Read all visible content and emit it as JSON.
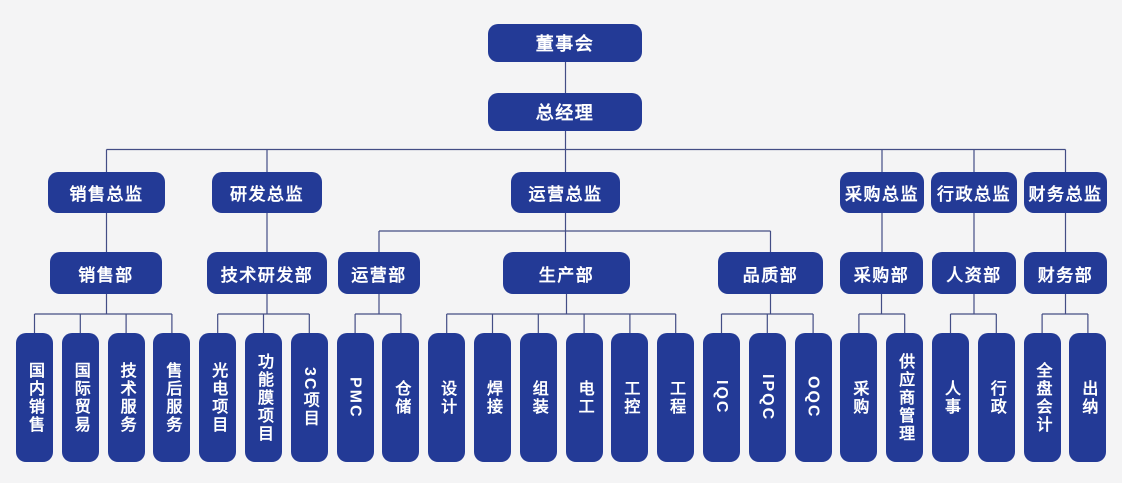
{
  "org": {
    "board": "董事会",
    "general_manager": "总经理",
    "directors": [
      {
        "label": "销售总监"
      },
      {
        "label": "研发总监"
      },
      {
        "label": "运营总监"
      },
      {
        "label": "采购总监"
      },
      {
        "label": "行政总监"
      },
      {
        "label": "财务总监"
      }
    ],
    "departments": [
      {
        "label": "销售部"
      },
      {
        "label": "技术研发部"
      },
      {
        "label": "运营部"
      },
      {
        "label": "生产部"
      },
      {
        "label": "品质部"
      },
      {
        "label": "采购部"
      },
      {
        "label": "人资部"
      },
      {
        "label": "财务部"
      }
    ],
    "teams": [
      {
        "label": "国内销售"
      },
      {
        "label": "国际贸易"
      },
      {
        "label": "技术服务"
      },
      {
        "label": "售后服务"
      },
      {
        "label": "光电项目"
      },
      {
        "label": "功能膜项目"
      },
      {
        "label": "3C项目"
      },
      {
        "label": "PMC"
      },
      {
        "label": "仓储"
      },
      {
        "label": "设计"
      },
      {
        "label": "焊接"
      },
      {
        "label": "组装"
      },
      {
        "label": "电工"
      },
      {
        "label": "工控"
      },
      {
        "label": "工程"
      },
      {
        "label": "IQC"
      },
      {
        "label": "IPQC"
      },
      {
        "label": "OQC"
      },
      {
        "label": "采购"
      },
      {
        "label": "供应商管理"
      },
      {
        "label": "人事"
      },
      {
        "label": "行政"
      },
      {
        "label": "全盘会计"
      },
      {
        "label": "出纳"
      }
    ]
  },
  "colors": {
    "node_fill": "#233a96",
    "node_text": "#ffffff",
    "connector": "#434d85",
    "background": "#f4f4f5"
  }
}
